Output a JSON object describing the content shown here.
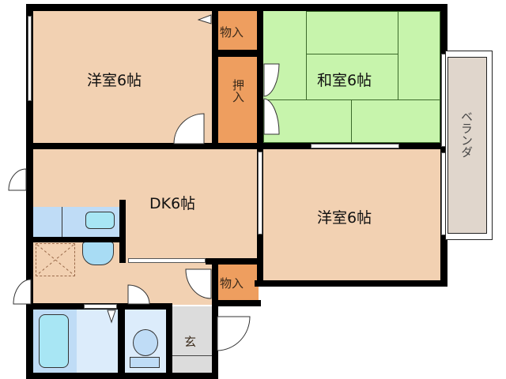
{
  "floor_plan": {
    "rooms": {
      "western_room_1": {
        "label": "洋室6帖",
        "type": "western",
        "size_jo": 6
      },
      "japanese_room": {
        "label": "和室6帖",
        "type": "japanese",
        "size_jo": 6
      },
      "dining_kitchen": {
        "label": "DK6帖",
        "type": "dining-kitchen",
        "size_jo": 6
      },
      "western_room_2": {
        "label": "洋室6帖",
        "type": "western",
        "size_jo": 6
      }
    },
    "storage": {
      "closet_top": {
        "label": "物入"
      },
      "oshiire": {
        "label": "押入"
      },
      "closet_entry": {
        "label": "物入"
      }
    },
    "entrance": {
      "label": "玄"
    },
    "veranda": {
      "label": "ベランダ"
    },
    "colors": {
      "western_floor": "#f2d1b2",
      "storage": "#ee9e5f",
      "tatami": "#c7f4ac",
      "bath": "#bfdcf6",
      "washroom": "#dcecfb",
      "entrance": "#dcdcdc",
      "veranda": "#e0d6cc",
      "wall": "#000000"
    }
  }
}
